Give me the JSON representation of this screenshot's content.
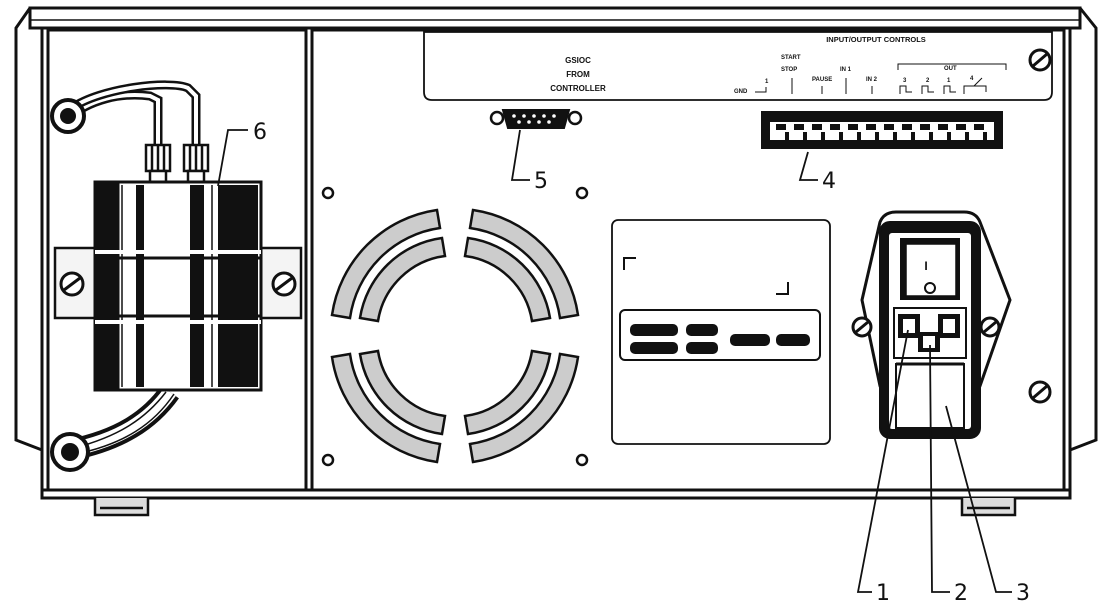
{
  "panel": {
    "gsioc_line1": "GSIOC",
    "gsioc_line2": "FROM",
    "gsioc_line3": "CONTROLLER",
    "io_title": "INPUT/OUTPUT CONTROLS",
    "io_start": "START",
    "io_stop": "STOP",
    "io_pause": "PAUSE",
    "io_in1": "IN 1",
    "io_in2": "IN 2",
    "io_gnd": "GND",
    "io_one": "1",
    "io_out": "OUT",
    "io_out3": "3",
    "io_out2": "2",
    "io_out1": "1",
    "io_out4": "4",
    "power_switch_mark": "I"
  },
  "callouts": {
    "c1": "1",
    "c2": "2",
    "c3": "3",
    "c4": "4",
    "c5": "5",
    "c6": "6"
  }
}
